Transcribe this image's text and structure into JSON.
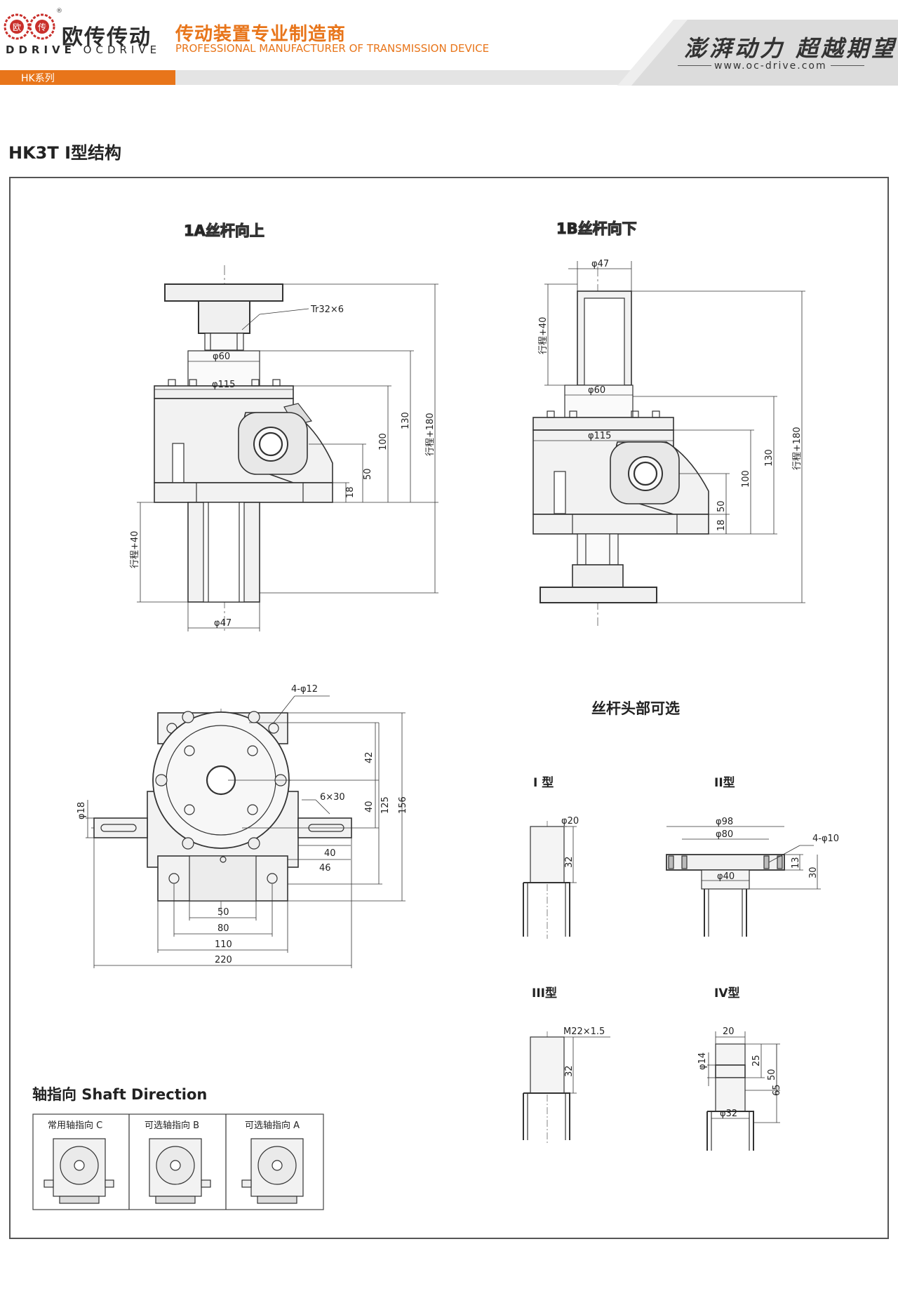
{
  "header": {
    "brand_cn": "欧传传动",
    "brand_en_a": "DDRIVE",
    "brand_en_b": "OCDRIVE",
    "logo_left": "欧",
    "logo_right": "传",
    "tagline_cn": "传动装置专业制造商",
    "tagline_en": "PROFESSIONAL MANUFACTURER OF TRANSMISSION DEVICE",
    "slogan": "澎湃动力 超越期望",
    "url": "www.oc-drive.com",
    "series": "HK系列",
    "accent_color": "#e8751a"
  },
  "page_title": "HK3T I型结构",
  "view_1a": {
    "title": "1A丝杆向上",
    "thread": "Tr32×6",
    "d60": "φ60",
    "d115": "φ115",
    "d47": "φ47",
    "h100": "100",
    "h130": "130",
    "h50": "50",
    "h18": "18",
    "stroke180": "行程+180",
    "stroke40": "行程+40"
  },
  "view_1b": {
    "title": "1B丝杆向下",
    "d47": "φ47",
    "d60": "φ60",
    "d115": "φ115",
    "stroke40": "行程+40",
    "h100": "100",
    "h130": "130",
    "h50": "50",
    "h18": "18",
    "stroke180": "行程+180"
  },
  "top_view": {
    "holes": "4-φ12",
    "h42": "42",
    "h40": "40",
    "h125": "125",
    "h156": "156",
    "key": "6×30",
    "shaft": "φ18",
    "w40": "40",
    "w46": "46",
    "w50": "50",
    "w80": "80",
    "w110": "110",
    "w220": "220"
  },
  "head_options": {
    "title": "丝杆头部可选",
    "type1": {
      "label": "I 型",
      "d": "φ20",
      "h": "32"
    },
    "type2": {
      "label": "II型",
      "d98": "φ98",
      "d80": "φ80",
      "holes": "4-φ10",
      "h13": "13",
      "h30": "30",
      "d40": "φ40"
    },
    "type3": {
      "label": "III型",
      "thread": "M22×1.5",
      "h": "32"
    },
    "type4": {
      "label": "IV型",
      "w": "20",
      "d14": "φ14",
      "h25": "25",
      "h50": "50",
      "h65": "65",
      "d32": "φ32"
    }
  },
  "shaft_direction": {
    "title": "轴指向 Shaft Direction",
    "options": [
      "常用轴指向 C",
      "可选轴指向 B",
      "可选轴指向 A"
    ]
  }
}
